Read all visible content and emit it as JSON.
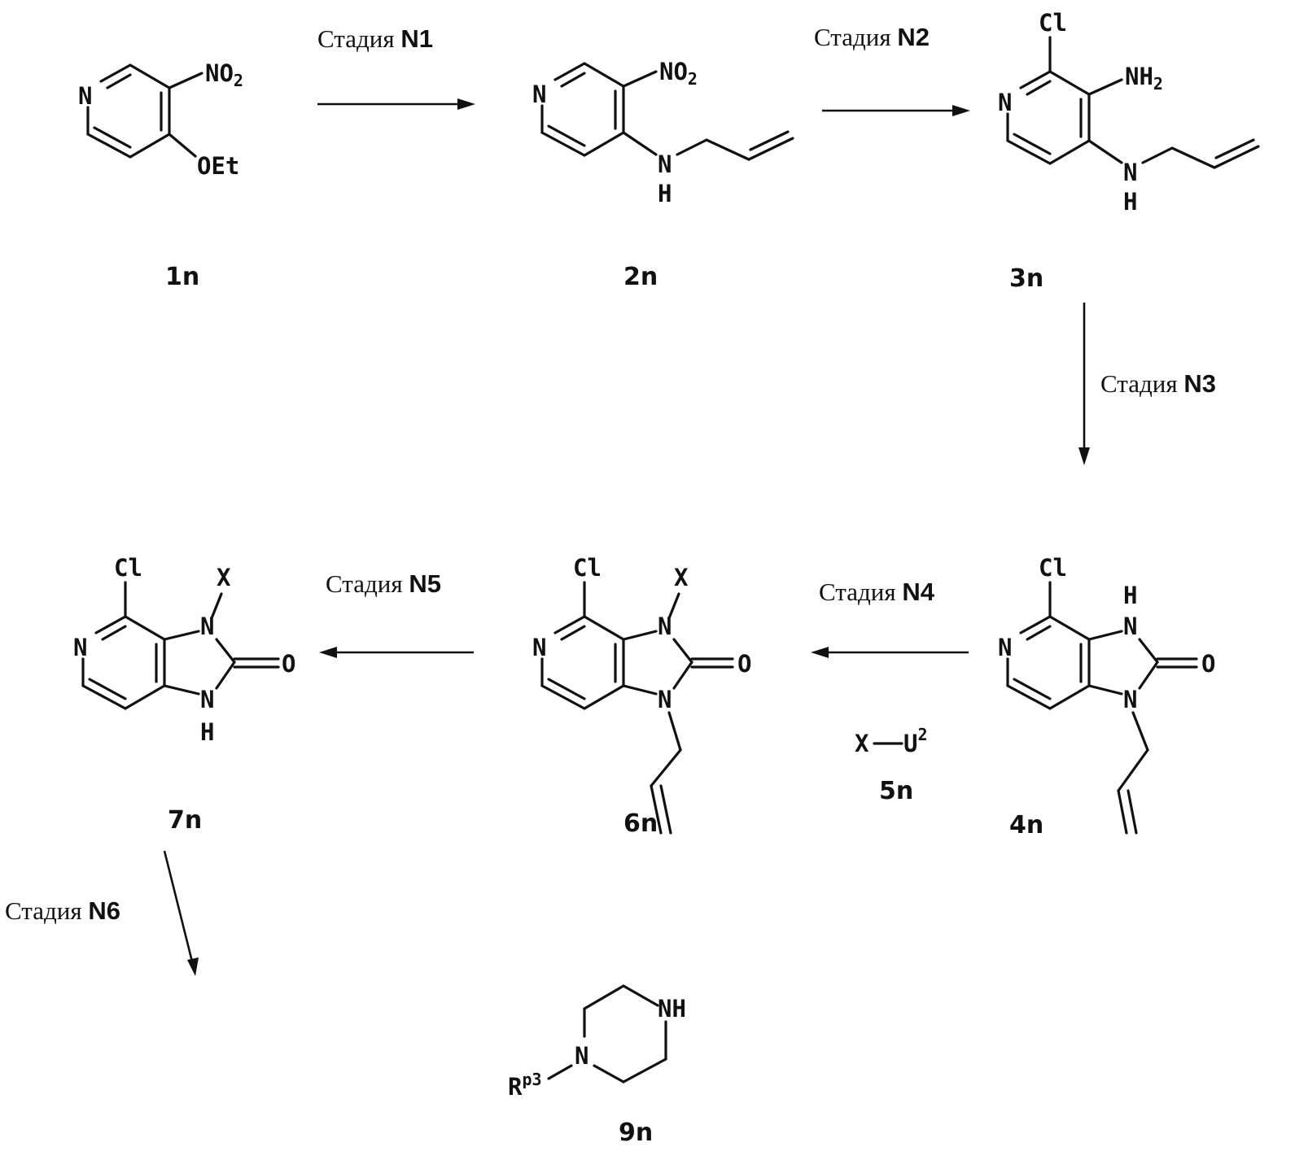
{
  "stages": {
    "prefix": "Стадия",
    "n1": "N1",
    "n2": "N2",
    "n3": "N3",
    "n4": "N4",
    "n5": "N5",
    "n6": "N6"
  },
  "compounds": {
    "c1": "1n",
    "c2": "2n",
    "c3": "3n",
    "c4": "4n",
    "c5": "5n",
    "c6": "6n",
    "c7": "7n",
    "c9": "9n"
  },
  "atoms": {
    "N": "N",
    "H": "H",
    "O": "O",
    "Cl": "Cl",
    "X": "X",
    "NO": "NO",
    "NH": "NH",
    "OEt": "OEt",
    "U": "U",
    "R": "R",
    "two": "2",
    "p3": "p3"
  }
}
